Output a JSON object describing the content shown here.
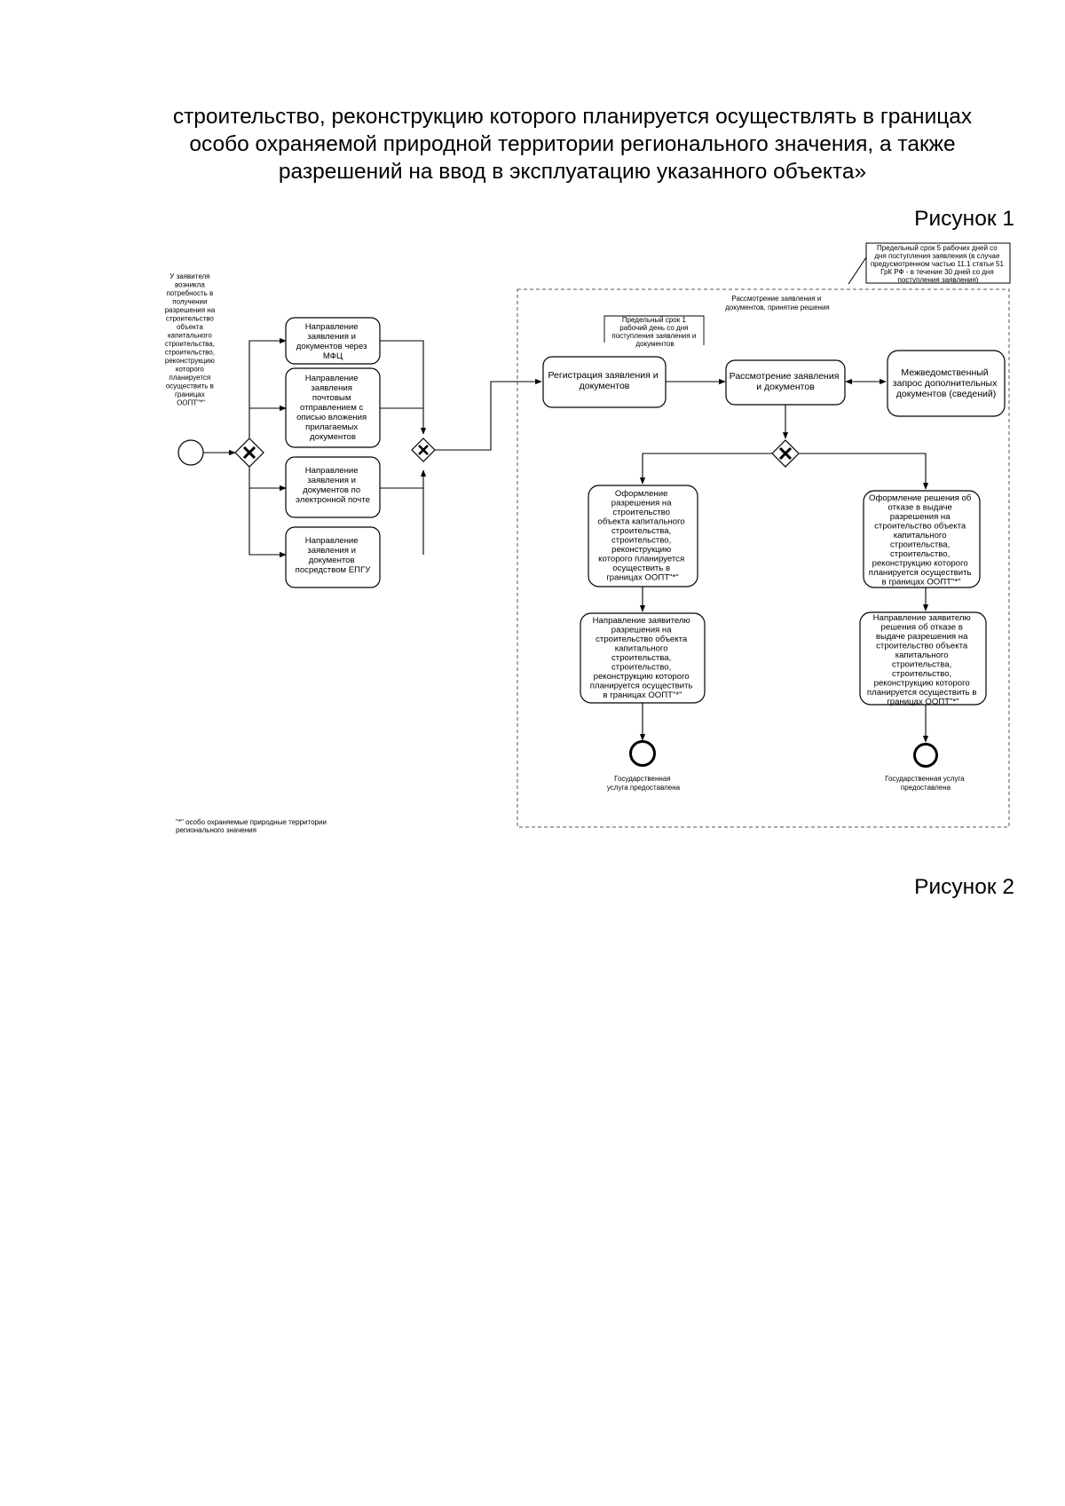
{
  "header": {
    "line1": "строительство, реконструкцию которого планируется осуществлять в границах",
    "line2": "особо охраняемой природной территории регионального значения, а также",
    "line3": "разрешений на ввод в эксплуатацию указанного объекта»"
  },
  "figure1_label": "Рисунок 1",
  "figure2_label": "Рисунок 2",
  "diagram": {
    "start_text": [
      "У заявителя",
      "возникла",
      "потребность в",
      "получении",
      "разрешения на",
      "строительство",
      "объекта",
      "капитального",
      "строительства,",
      "строительство,",
      "реконструкцию",
      "которого",
      "планируется",
      "осуществить в",
      "границах",
      "ООПТ\"*\""
    ],
    "left_tasks": [
      [
        "Направление",
        "заявления и",
        "документов через",
        "МФЦ"
      ],
      [
        "Направление",
        "заявления",
        "почтовым",
        "отправлением с",
        "описью вложения",
        "прилагаемых",
        "документов"
      ],
      [
        "Направление",
        "заявления и",
        "документов по",
        "электронной почте"
      ],
      [
        "Направление",
        "заявления и",
        "документов",
        "посредством ЕПГУ"
      ]
    ],
    "note_5days": [
      "Предельный срок 5 рабочих дней со",
      "дня поступления заявления (в случае",
      "предусмотренном частью 11.1 статьи 51",
      "ГрК РФ - в течение 30 дней со дня",
      "поступления заявления)"
    ],
    "pool_label": [
      "Рассмотрение заявления и",
      "документов, принятие решения"
    ],
    "note_1day": [
      "Предельный срок 1",
      "рабочий день со дня",
      "поступления заявления и",
      "документов"
    ],
    "registration": [
      "Регистрация заявления и",
      "документов"
    ],
    "review": [
      "Рассмотрение заявления",
      "и документов"
    ],
    "interagency": [
      "Межведомственный",
      "запрос дополнительных",
      "документов (сведений)"
    ],
    "permit_issue": [
      "Оформление",
      "разрешения на",
      "строительство",
      "объекта капитального",
      "строительства,",
      "строительство,",
      "реконструкцию",
      "которого планируется",
      "осуществить в",
      "границах ООПТ\"*\""
    ],
    "refusal_issue": [
      "Оформление решения об",
      "отказе в выдаче",
      "разрешения на",
      "строительство объекта",
      "капитального",
      "строительства,",
      "строительство,",
      "реконструкцию которого",
      "планируется осуществить",
      "в границах ООПТ\"*\""
    ],
    "permit_send": [
      "Направление заявителю",
      "разрешения на",
      "строительство объекта",
      "капитального",
      "строительства,",
      "строительство,",
      "реконструкцию которого",
      "планируется осуществить",
      "в границах ООПТ\"*\""
    ],
    "refusal_send": [
      "Направление заявителю",
      "решения об отказе в",
      "выдаче разрешения на",
      "строительство объекта",
      "капитального",
      "строительства,",
      "строительство,",
      "реконструкцию которого",
      "планируется осуществить в",
      "границах ООПТ\"*\""
    ],
    "end_left": [
      "Государственная",
      "услуга предоставлена"
    ],
    "end_right": [
      "Государственная услуга",
      "предоставлена"
    ],
    "footnote": [
      "\"*\" особо охраняемые природные территории",
      "регионального значения"
    ]
  }
}
